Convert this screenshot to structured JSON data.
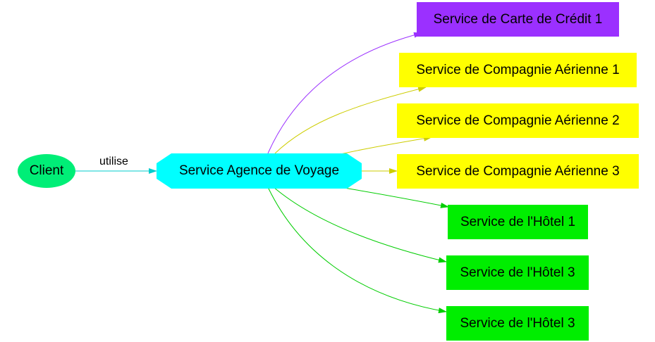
{
  "colors": {
    "client": "#00ee77",
    "agency": "#00ffff",
    "credit": "#9b30ff",
    "airline": "#ffff00",
    "hotel": "#00ee00",
    "edge_client": "#00cdcd",
    "edge_credit": "#9b30ff",
    "edge_airline": "#cdcd00",
    "edge_hotel": "#00cd00"
  },
  "nodes": {
    "client": "Client",
    "agency": "Service Agence de Voyage",
    "credit_card_1": "Service de Carte de Crédit 1",
    "airline_1": "Service de Compagnie Aérienne 1",
    "airline_2": "Service de Compagnie Aérienne 2",
    "airline_3": "Service de Compagnie Aérienne 3",
    "hotel_1": "Service de l'Hôtel 1",
    "hotel_2": "Service de l'Hôtel 3",
    "hotel_3": "Service de l'Hôtel 3"
  },
  "edges": {
    "client_to_agency_label": "utilise"
  }
}
